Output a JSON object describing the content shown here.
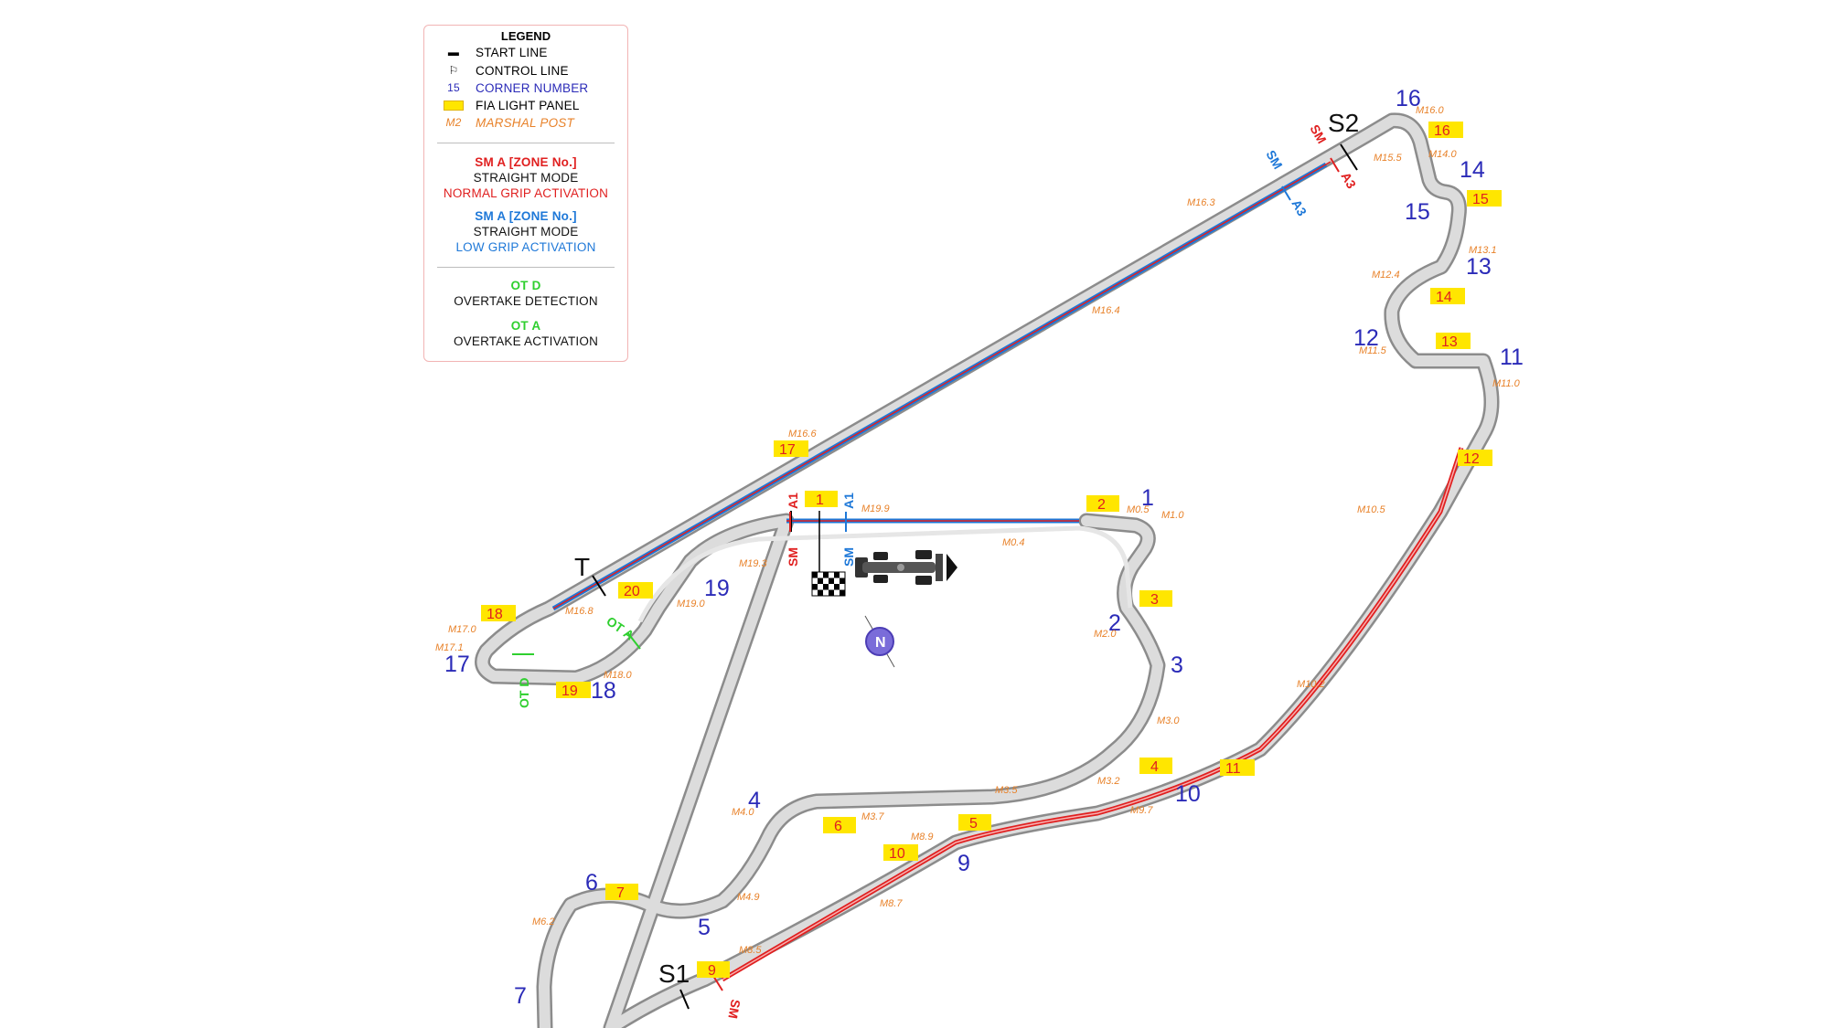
{
  "legend": {
    "title": "LEGEND",
    "start_line": "START LINE",
    "control_line": "CONTROL LINE",
    "corner_sample": "15",
    "corner_number": "CORNER NUMBER",
    "fia_panel": "FIA LIGHT PANEL",
    "marshal_sample": "M2",
    "marshal_post": "MARSHAL POST",
    "sm_normal_zone": "SM A [ZONE No.]",
    "sm_normal_mode": "STRAIGHT MODE",
    "sm_normal_desc": "NORMAL GRIP ACTIVATION",
    "sm_low_zone": "SM A [ZONE No.]",
    "sm_low_mode": "STRAIGHT MODE",
    "sm_low_desc": "LOW GRIP ACTIVATION",
    "otd_short": "OT D",
    "otd_desc": "OVERTAKE DETECTION",
    "ota_short": "OT A",
    "ota_desc": "OVERTAKE ACTIVATION"
  },
  "colors": {
    "track": "#cfcfcf",
    "track_edge": "#8c8c8c",
    "corner": "#2b2bb8",
    "marshal": "#e8822a",
    "panel_fill": "#ffe600",
    "panel_text": "#e02020",
    "sm_normal": "#e02020",
    "sm_low": "#1e78d8",
    "overtake": "#2fcf2f"
  },
  "corners": [
    "1",
    "2",
    "3",
    "4",
    "5",
    "6",
    "7",
    "9",
    "10",
    "11",
    "12",
    "13",
    "14",
    "15",
    "16",
    "17",
    "18",
    "19"
  ],
  "fia_panels": [
    "1",
    "2",
    "3",
    "4",
    "5",
    "6",
    "7",
    "9",
    "10",
    "11",
    "12",
    "13",
    "14",
    "15",
    "16",
    "17",
    "18",
    "19",
    "20"
  ],
  "marshal_posts": [
    "M0.5",
    "M1.0",
    "M0.4",
    "M2.0",
    "M3.0",
    "M3.2",
    "M3.5",
    "M4.0",
    "M3.7",
    "M4.9",
    "M6.2",
    "M8.5",
    "M8.7",
    "M8.9",
    "M9.7",
    "M10.2",
    "M10.5",
    "M11.0",
    "M11.5",
    "M12.4",
    "M13.1",
    "M14.0",
    "M15.5",
    "M16.0",
    "M16.3",
    "M16.4",
    "M16.6",
    "M16.8",
    "M17.0",
    "M17.1",
    "M18.0",
    "M19.0",
    "M19.3",
    "M19.9"
  ],
  "sectors": {
    "s1": "S1",
    "s2": "S2",
    "t": "T"
  },
  "sm_zones": {
    "sm": "SM",
    "a1": "A1",
    "a3": "A3"
  },
  "overtake": {
    "otd": "OT D",
    "ota": "OT A"
  },
  "compass_letter": "N"
}
